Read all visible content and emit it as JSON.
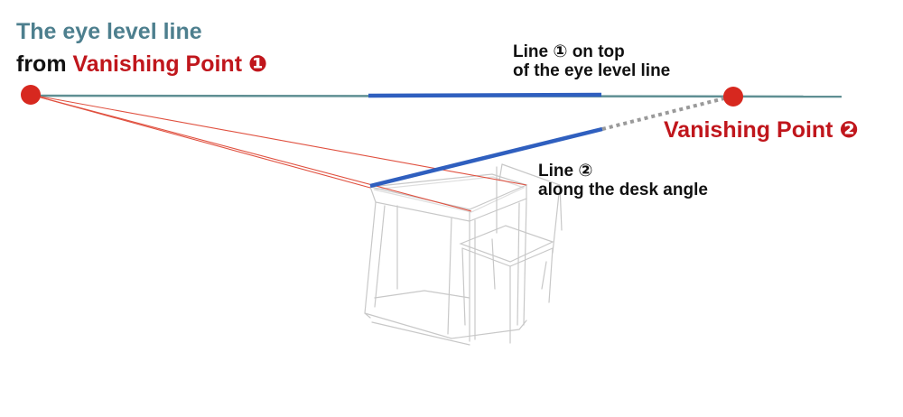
{
  "title": "The eye level line",
  "from_word": "from",
  "vanishing_point_1": {
    "label": "Vanishing Point ❶"
  },
  "vanishing_point_2": {
    "label": "Vanishing Point ❷"
  },
  "line_1": {
    "label_line_1": "Line ① on top",
    "label_line_2": "of the eye level line"
  },
  "line_2": {
    "label_line_1": "Line ②",
    "label_line_2": "along the desk angle"
  },
  "colors": {
    "eye_level_line": "#5f8f93",
    "highlight_line": "#2f5fbf",
    "vanishing_point": "#d7281f",
    "perspective_guides": "#e0503f",
    "sketch": "#c8c8c8",
    "title": "#4d7f8e",
    "vp_label": "#c0161c"
  }
}
